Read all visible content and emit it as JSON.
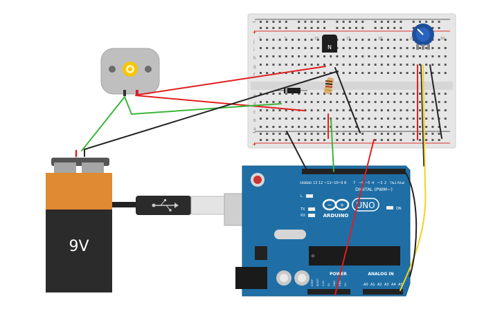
{
  "battery": {
    "label": "9V"
  },
  "transistor": {
    "label": "N"
  },
  "arduino": {
    "brand": "ARDUINO",
    "model": "UNO",
    "digital_header": "DIGITAL (PWM~)",
    "power_header": "POWER",
    "analog_header": "ANALOG IN",
    "aref": "AREF",
    "gnd": "GND",
    "pin13": "13",
    "pin12": "12",
    "pin11": "~11",
    "pin10": "~10",
    "pin9": "~9",
    "pin8": "8",
    "pin7": "7",
    "pin6": "~6",
    "pin5": "~5",
    "pin4": "4",
    "pin3": "~3",
    "pin2": "2",
    "tx1": "TX▸1",
    "rx0": "RX◂0",
    "led_l": "L",
    "led_tx": "TX",
    "led_rx": "RX",
    "on_label": "ON",
    "ioref": "IOREF",
    "reset": "RESET",
    "v33": "3.3V",
    "v5": "5V",
    "gnd1": "GND",
    "gnd2": "GND",
    "vin": "Vin",
    "a0": "A0",
    "a1": "A1",
    "a2": "A2",
    "a3": "A3",
    "a4": "A4",
    "a5": "A5"
  },
  "breadboard": {
    "row_letters_top": [
      "j",
      "i",
      "h",
      "g",
      "f"
    ],
    "row_letters_bottom": [
      "e",
      "d",
      "c",
      "b",
      "a"
    ],
    "column_numbers": [
      "1",
      "5",
      "10",
      "15",
      "20",
      "25",
      "30"
    ]
  },
  "colors": {
    "wire_red": "#e01f1f",
    "wire_black": "#222222",
    "wire_green": "#38b538",
    "wire_yellow": "#f2d21b",
    "arduino_blue": "#1f6fa6",
    "breadboard": "#e4e4e4"
  }
}
